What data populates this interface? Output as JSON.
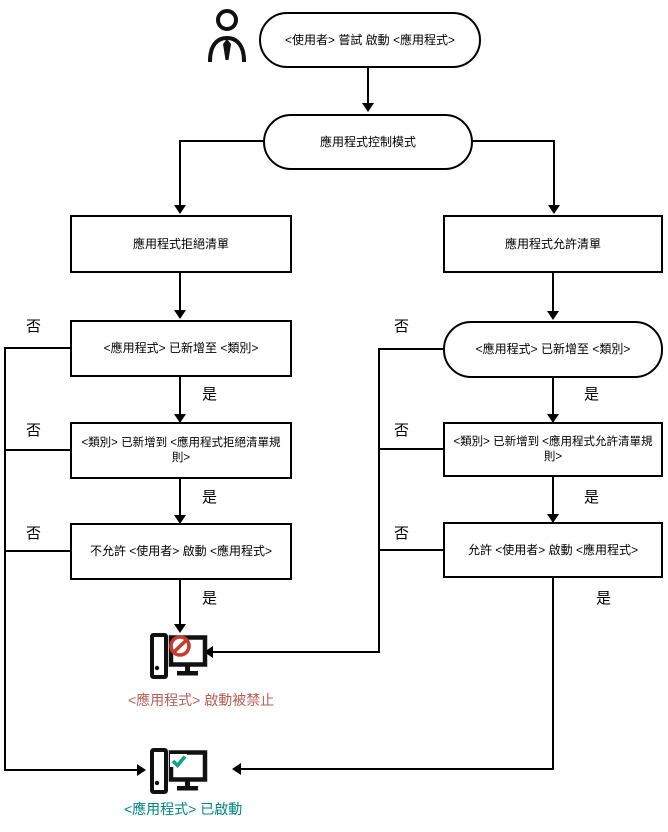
{
  "diagram": {
    "start": "<使用者> 嘗試 啟動 <應用程式>",
    "mode": "應用程式控制模式",
    "deny_branch": {
      "list": "應用程式拒絕清單",
      "check_category": "<應用程式> 已新增至 <類別>",
      "check_rule": "<類別> 已新增到 <應用程式拒絕清單規則>",
      "check_permission": "不允許 <使用者> 啟動 <應用程式>",
      "result": "<應用程式> 啟動被禁止"
    },
    "allow_branch": {
      "list": "應用程式允許清單",
      "check_category": "<應用程式> 已新增至 <類別>",
      "check_rule": "<類別> 已新增到 <應用程式允許清單規則>",
      "check_permission": "允許 <使用者> 啟動 <應用程式>",
      "result": "<應用程式> 已啟動"
    },
    "labels": {
      "yes": "是",
      "no": "否"
    },
    "icons": {
      "actor": "user-actor-icon",
      "blocked": "computer-blocked-icon",
      "started": "computer-started-icon"
    },
    "colors": {
      "line": "#000000",
      "prohibition": "#c43b2f",
      "blocked_text": "#b85d55",
      "check": "#0fa383",
      "started_text": "#00847c"
    }
  }
}
